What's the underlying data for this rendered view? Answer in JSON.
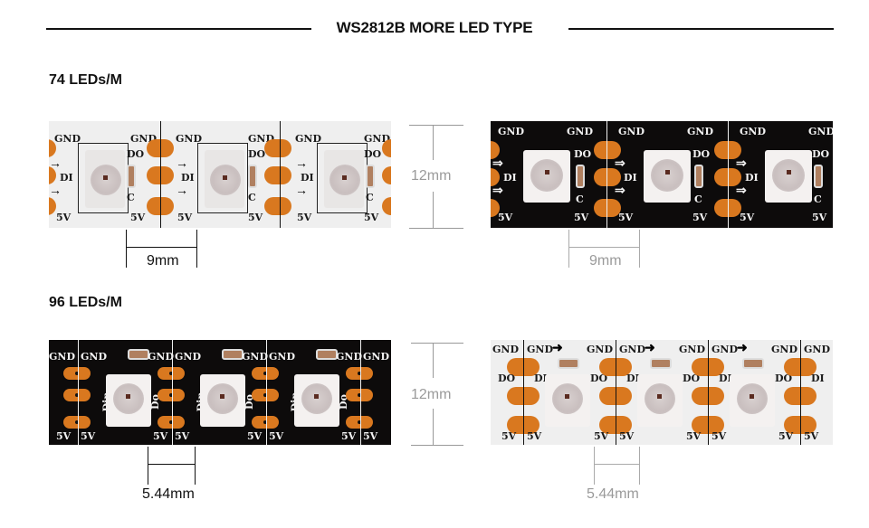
{
  "header": {
    "title": "WS2812B MORE LED TYPE"
  },
  "sections": [
    {
      "label": "74 LEDs/M",
      "strips": [
        {
          "color": "white",
          "pins": {
            "gnd": "GND",
            "di": "DI",
            "do": "DO",
            "c": "C",
            "v5": "5V"
          }
        },
        {
          "color": "black",
          "pins": {
            "gnd": "GND",
            "di": "DI",
            "do": "DO",
            "c": "C",
            "v5": "5V"
          }
        }
      ],
      "height_dimension": "12mm",
      "pitch_dimension_left": "9mm",
      "pitch_dimension_right": "9mm"
    },
    {
      "label": "96 LEDs/M",
      "strips": [
        {
          "color": "black",
          "pins": {
            "gnd": "GND",
            "din": "Din",
            "do": "Do",
            "v5": "5V"
          }
        },
        {
          "color": "white",
          "pins": {
            "gnd": "GND",
            "di": "DI",
            "do": "DO",
            "v5": "5V"
          }
        }
      ],
      "height_dimension": "12mm",
      "pitch_dimension_left": "5.44mm",
      "pitch_dimension_right": "5.44mm"
    }
  ],
  "colors": {
    "pad": "#d9781f",
    "strip_black": "#0d0b0b",
    "strip_white": "#efefef",
    "dim_grey": "#9a9a9a"
  }
}
